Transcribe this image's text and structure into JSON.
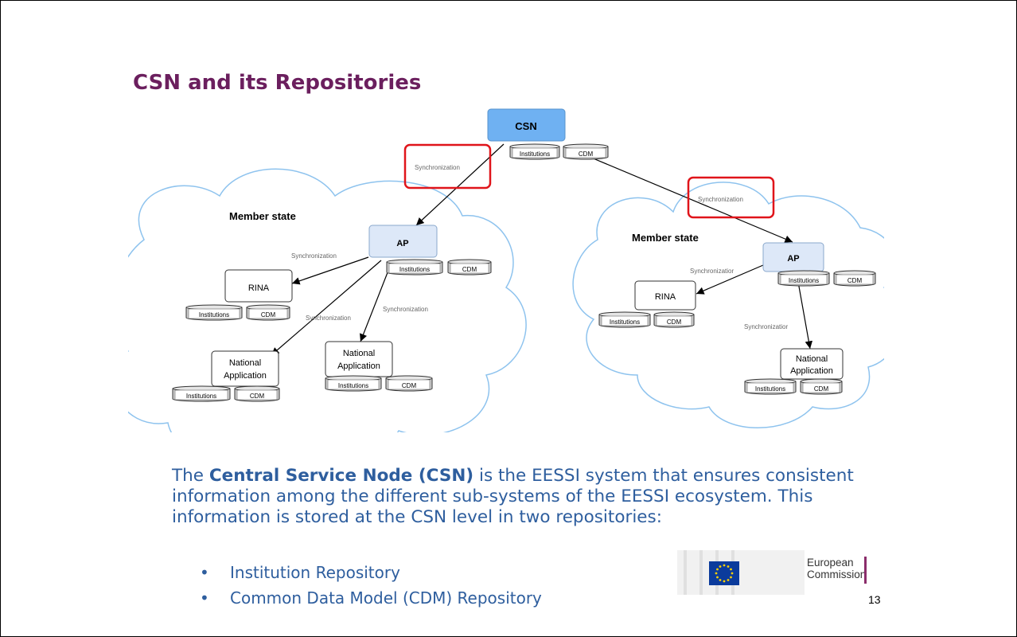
{
  "slide": {
    "title": "CSN and its Repositories",
    "page_number": "13"
  },
  "diagram": {
    "csn": {
      "label": "CSN",
      "repos": [
        "Institutions",
        "CDM"
      ]
    },
    "sync_label": "Synchronization",
    "sync_label_truncated": "Synchronizatior",
    "member_state_label": "Member state",
    "left_state": {
      "ap": {
        "label": "AP",
        "repos": [
          "Institutions",
          "CDM"
        ]
      },
      "rina": {
        "label": "RINA",
        "repos": [
          "Institutions",
          "CDM"
        ]
      },
      "national_app_1": {
        "line1": "National",
        "line2": "Application",
        "repos": [
          "Institutions",
          "CDM"
        ]
      },
      "national_app_2": {
        "line1": "National",
        "line2": "Application",
        "repos": [
          "Institutions",
          "CDM"
        ]
      }
    },
    "right_state": {
      "ap": {
        "label": "AP",
        "repos": [
          "Institutions",
          "CDM"
        ]
      },
      "rina": {
        "label": "RINA",
        "repos": [
          "Institutions",
          "CDM"
        ]
      },
      "national_app": {
        "line1": "National",
        "line2": "Application",
        "repos": [
          "Institutions",
          "CDM"
        ]
      }
    },
    "colors": {
      "csn_fill": "#6fb1f2",
      "ap_fill": "#dde8f8",
      "highlight": "#e0141a",
      "cloud": "#8ec3ee"
    }
  },
  "body": {
    "intro_before": "The ",
    "intro_bold": "Central Service Node (CSN)",
    "intro_after": " is the EESSI system that ensures consistent information among the different sub-systems of the EESSI ecosystem. This information is stored at the CSN level in two repositories:",
    "bullets": [
      "Institution Repository",
      "Common Data Model (CDM) Repository"
    ]
  },
  "logo": {
    "line1": "European",
    "line2": "Commission"
  }
}
